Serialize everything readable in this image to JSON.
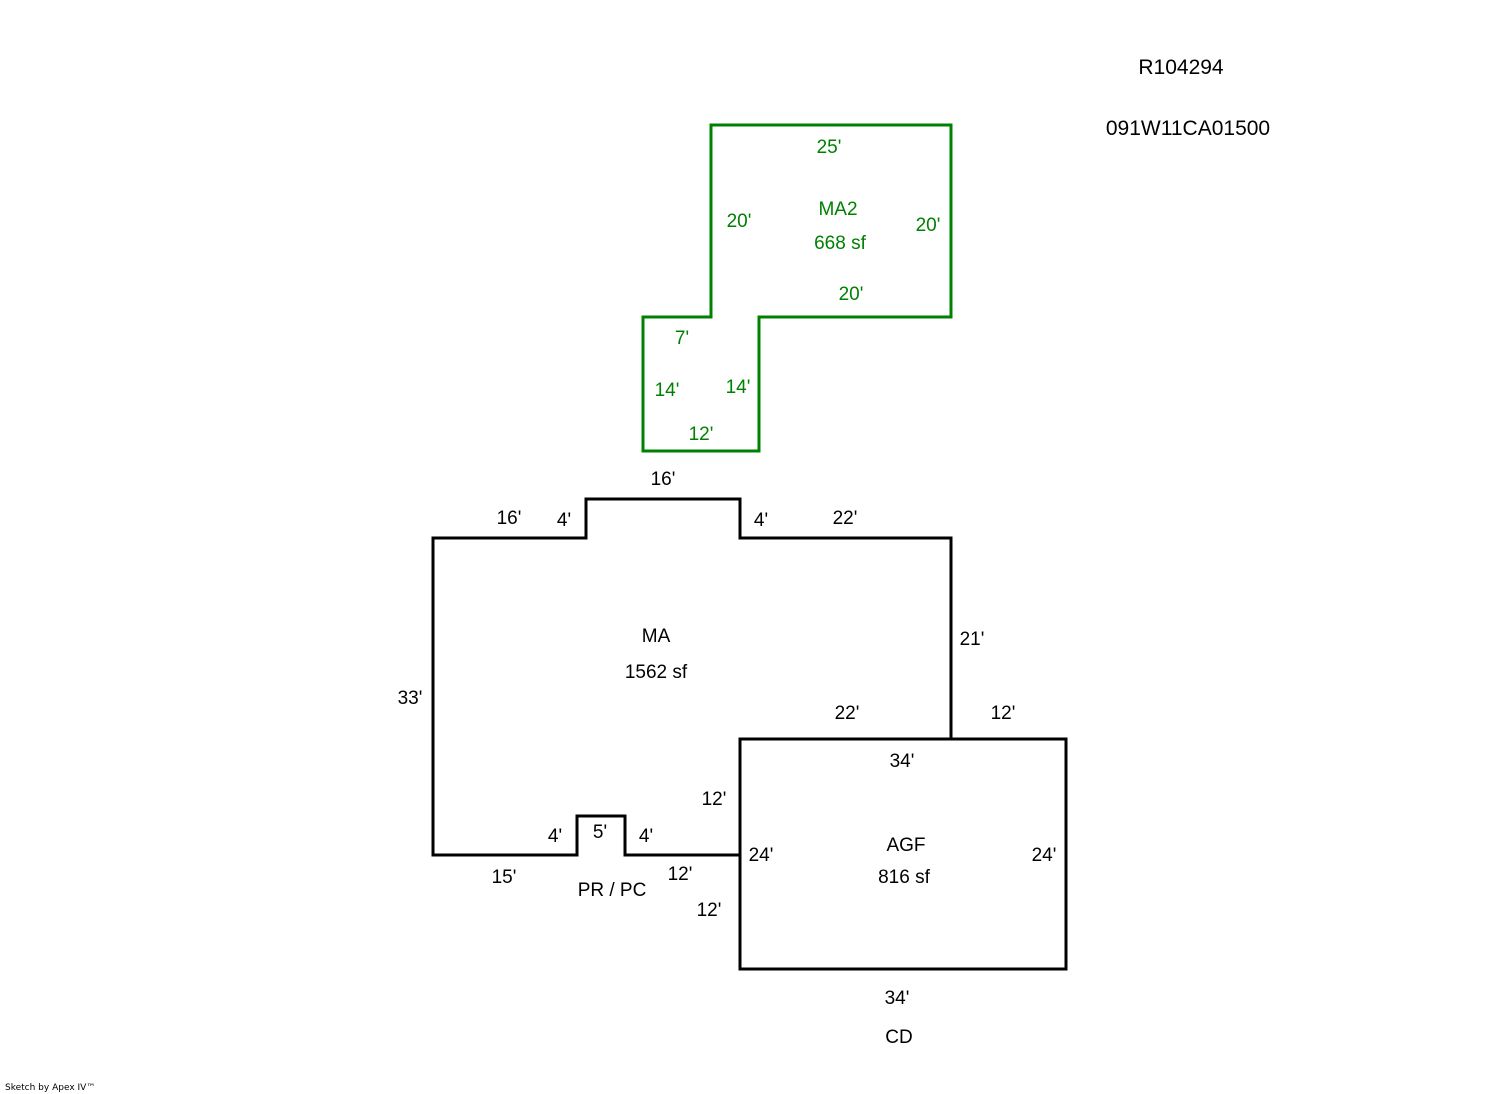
{
  "header": {
    "parcel_id": "R104294",
    "map_number": "091W11CA01500"
  },
  "colors": {
    "outline_primary": "#000000",
    "outline_secondary": "#008000"
  },
  "areas": {
    "ma2": {
      "name": "MA2",
      "area": "668 sf",
      "dims": {
        "top": "25'",
        "right": "20'",
        "upper_left": "20'",
        "middle": "20'",
        "step": "7'",
        "lower_left": "14'",
        "lower_right": "14'",
        "bottom": "12'"
      }
    },
    "ma": {
      "name": "MA",
      "area": "1562 sf",
      "dims": {
        "bump_top": "16'",
        "top_left": "16'",
        "bump_left": "4'",
        "bump_right": "4'",
        "top_right": "22'",
        "right": "21'",
        "left": "33'",
        "lower_step": "22'",
        "step_right": "12'",
        "inner_vertical": "12'",
        "bottom_left": "15'",
        "notch_left": "4'",
        "notch_top": "5'",
        "notch_right": "4'",
        "bottom_right": "12'",
        "lower_vertical": "12'"
      }
    },
    "pr": {
      "name": "PR / PC"
    },
    "agf": {
      "name": "AGF",
      "area": "816 sf",
      "dims": {
        "top": "34'",
        "left": "24'",
        "right": "24'",
        "bottom": "34'"
      }
    },
    "cd": {
      "name": "CD"
    }
  },
  "footer": {
    "credit": "Sketch by Apex IV™"
  }
}
